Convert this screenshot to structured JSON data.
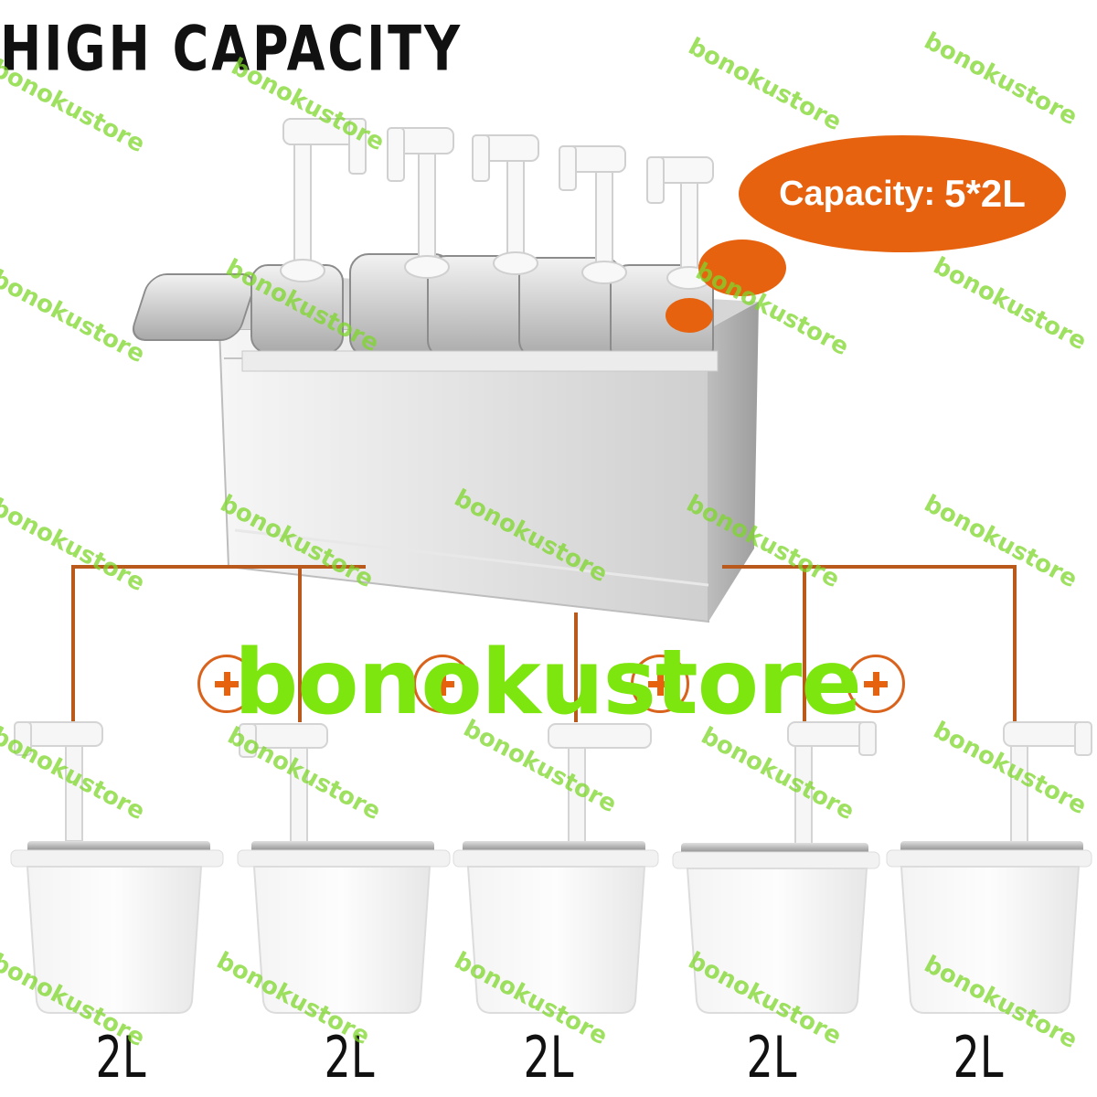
{
  "heading": "HIGH CAPACITY",
  "capacity_badge": {
    "label": "Capacity:",
    "value": "5*2L"
  },
  "watermark": "bonokustore",
  "containers": [
    {
      "label": "2L"
    },
    {
      "label": "2L"
    },
    {
      "label": "2L"
    },
    {
      "label": "2L"
    },
    {
      "label": "2L"
    }
  ],
  "colors": {
    "accent_orange": "#e6620f",
    "watermark_green": "#7ee60f",
    "steel": "#d9d9d9"
  }
}
